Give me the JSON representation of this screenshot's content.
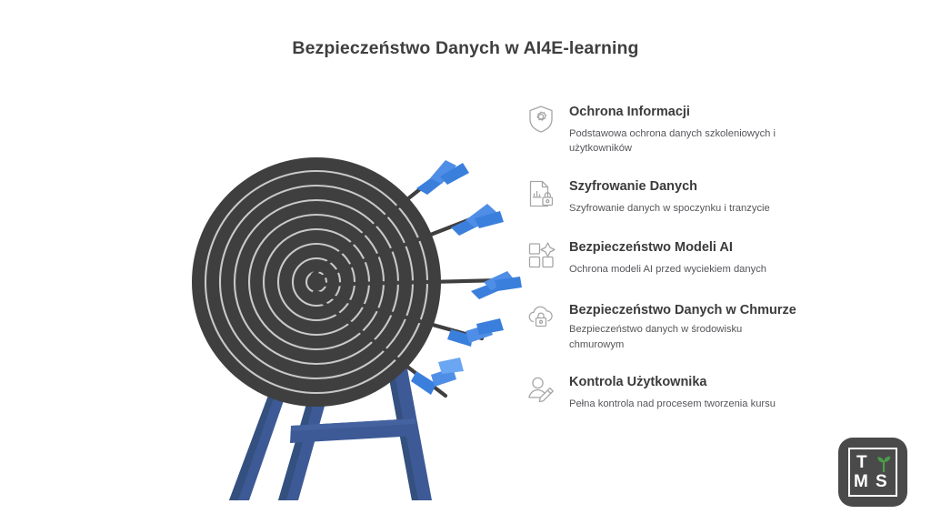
{
  "slide": {
    "title": "Bezpieczeństwo Danych w AI4E-learning",
    "background_color": "#ffffff",
    "text_color": "#3f3f3f"
  },
  "illustration": {
    "name": "archery-target-with-arrows",
    "target_color": "#3f3f3f",
    "ring_color": "#cccccc",
    "ring_count": 8,
    "stand_color": "#3d5a96",
    "stand_shadow_color": "#2f4878",
    "arrow_shaft_color": "#3f3f3f",
    "fletching_color": "#3b7fdc",
    "fletching_light_color": "#5b9bf0",
    "arrow_count": 5
  },
  "features": [
    {
      "icon": "shield-gear-icon",
      "title": "Ochrona Informacji",
      "desc": "Podstawowa ochrona danych szkoleniowych i użytkowników"
    },
    {
      "icon": "document-lock-icon",
      "title": "Szyfrowanie Danych",
      "desc": "Szyfrowanie danych w spoczynku i tranzycie"
    },
    {
      "icon": "grid-sparkle-icon",
      "title": "Bezpieczeństwo Modeli AI",
      "desc": "Ochrona modeli AI przed wyciekiem danych"
    },
    {
      "icon": "cloud-lock-icon",
      "title": "Bezpieczeństwo Danych w Chmurze",
      "desc": "Bezpieczeństwo danych w środowisku chmurowym"
    },
    {
      "icon": "user-pencil-icon",
      "title": "Kontrola Użytkownika",
      "desc": "Pełna kontrola nad procesem tworzenia kursu"
    }
  ],
  "logo": {
    "name": "tms-logo",
    "letter_top": "T",
    "letter_bottom_left": "M",
    "letter_bottom_right": "S",
    "sprout_color": "#4a9e4a",
    "background_color": "#4a4a4a",
    "border_color": "#ffffff"
  }
}
